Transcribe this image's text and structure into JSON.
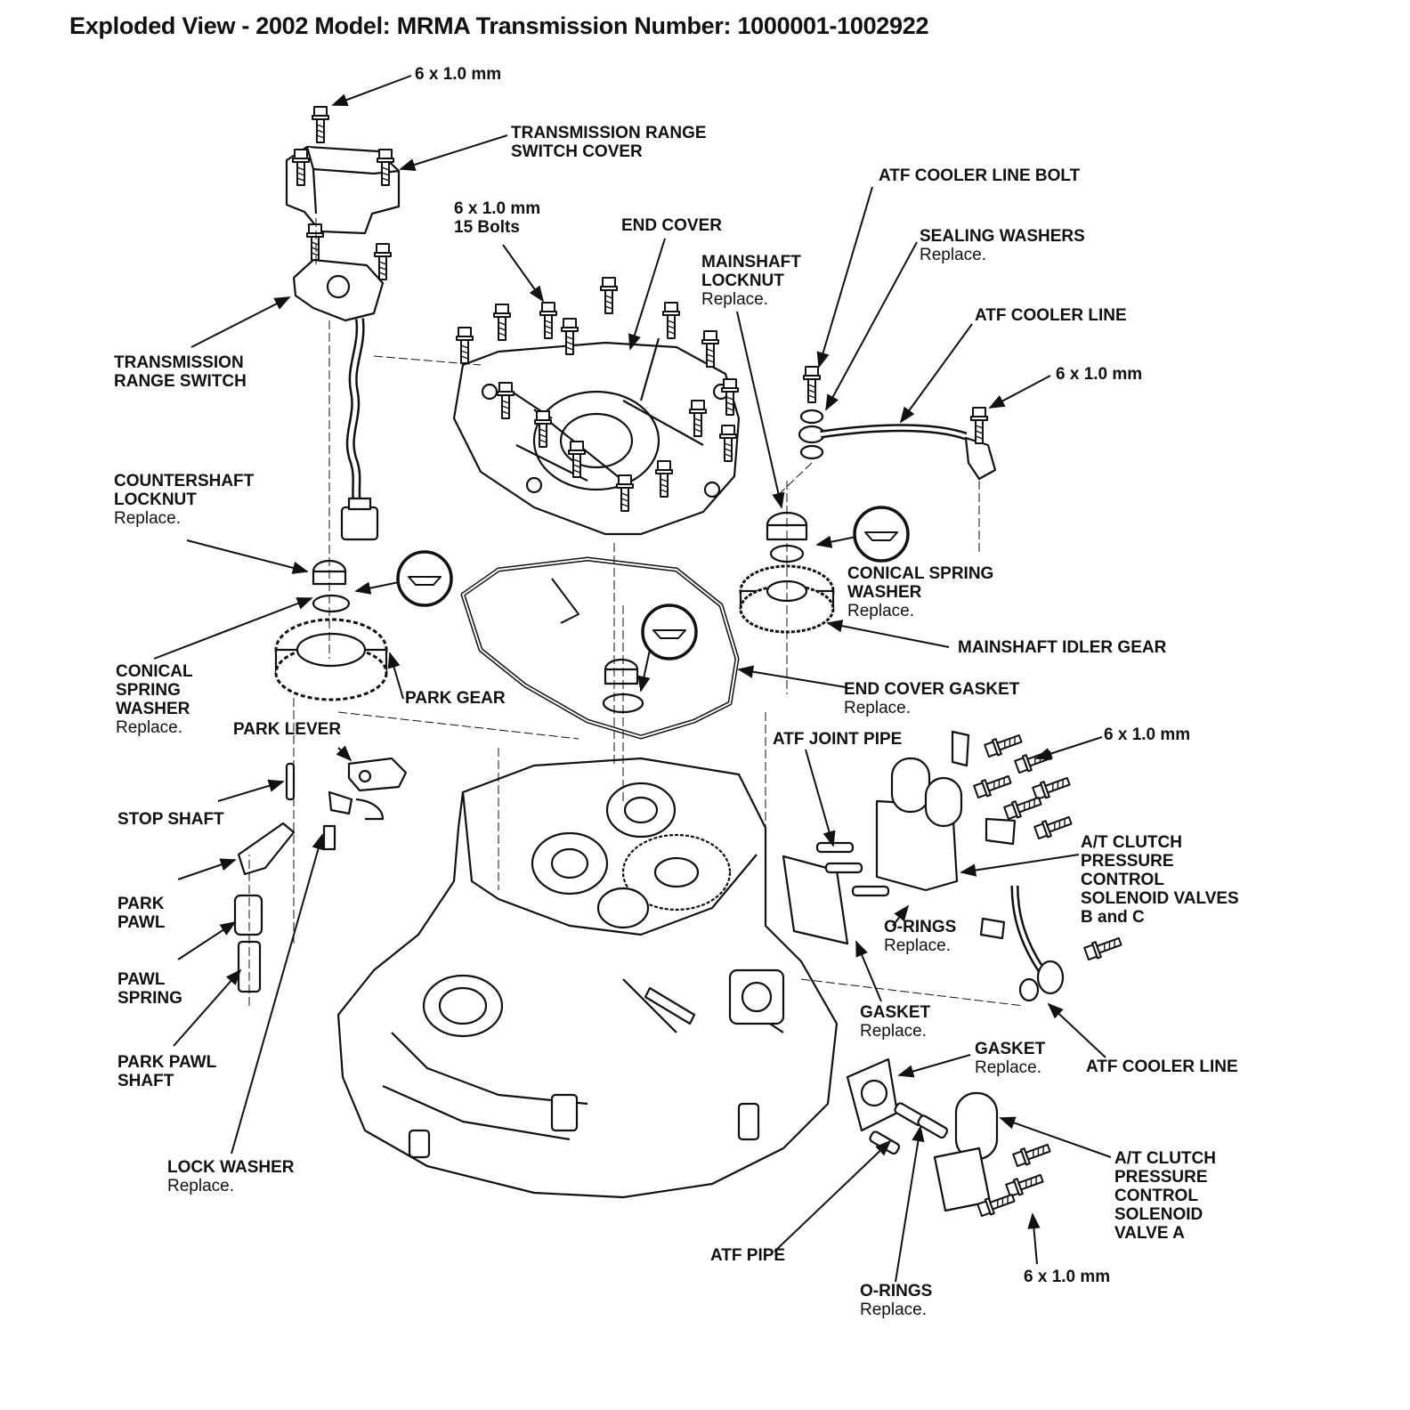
{
  "title": "Exploded View - 2002 Model: MRMA Transmission Number: 1000001-1002922",
  "labels": {
    "bolt_top": "6 x 1.0 mm",
    "trs_cover": [
      "TRANSMISSION RANGE",
      "SWITCH COVER"
    ],
    "bolts_15": [
      "6 x 1.0 mm",
      "15 Bolts"
    ],
    "end_cover": "END COVER",
    "atf_cooler_line_bolt": "ATF COOLER LINE BOLT",
    "sealing_washers": "SEALING WASHERS",
    "sealing_washers_note": "Replace.",
    "mainshaft_locknut": [
      "MAINSHAFT",
      "LOCKNUT"
    ],
    "mainshaft_locknut_note": "Replace.",
    "atf_cooler_line_top": "ATF COOLER LINE",
    "bolt_cooler": "6 x 1.0 mm",
    "trs": [
      "TRANSMISSION",
      "RANGE SWITCH"
    ],
    "countershaft_locknut": [
      "COUNTERSHAFT",
      "LOCKNUT"
    ],
    "countershaft_locknut_note": "Replace.",
    "conical_washer_right": [
      "CONICAL SPRING",
      "WASHER"
    ],
    "conical_washer_right_note": "Replace.",
    "mainshaft_idler_gear": "MAINSHAFT IDLER GEAR",
    "conical_washer_left": [
      "CONICAL",
      "SPRING",
      "WASHER"
    ],
    "conical_washer_left_note": "Replace.",
    "park_gear": "PARK GEAR",
    "end_cover_gasket": "END COVER GASKET",
    "end_cover_gasket_note": "Replace.",
    "park_lever": "PARK LEVER",
    "atf_joint_pipe": "ATF JOINT PIPE",
    "bolt_solenoid_bc": "6 x 1.0 mm",
    "stop_shaft": "STOP SHAFT",
    "solenoid_bc": [
      "A/T CLUTCH",
      "PRESSURE",
      "CONTROL",
      "SOLENOID VALVES",
      "B and C"
    ],
    "park_pawl": [
      "PARK",
      "PAWL"
    ],
    "o_rings_upper": "O-RINGS",
    "o_rings_upper_note": "Replace.",
    "pawl_spring": [
      "PAWL",
      "SPRING"
    ],
    "gasket_mid": "GASKET",
    "gasket_mid_note": "Replace.",
    "gasket_low": "GASKET",
    "gasket_low_note": "Replace.",
    "atf_cooler_line_bottom": "ATF COOLER LINE",
    "park_pawl_shaft": [
      "PARK PAWL",
      "SHAFT"
    ],
    "solenoid_a": [
      "A/T CLUTCH",
      "PRESSURE",
      "CONTROL",
      "SOLENOID",
      "VALVE A"
    ],
    "lock_washer": "LOCK WASHER",
    "lock_washer_note": "Replace.",
    "atf_pipe": "ATF PIPE",
    "bolt_solenoid_a": "6 x 1.0 mm",
    "o_rings_lower": "O-RINGS",
    "o_rings_lower_note": "Replace."
  }
}
